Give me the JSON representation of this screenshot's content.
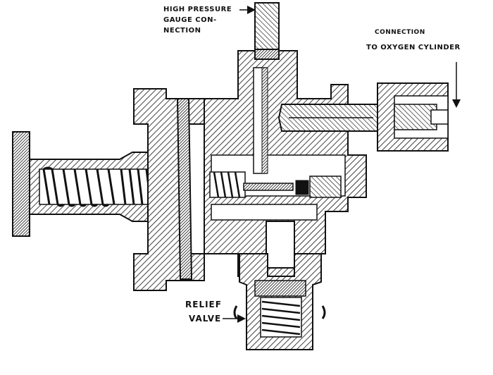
{
  "labels": {
    "high_pressure": "HIGH PRESSURE",
    "gauge_con": "GAUGE CON-",
    "nection": "NECTION",
    "connection": "CONNECTION",
    "to_oxygen": "TO OXYGEN CYLINDER",
    "relief": "RELIEF",
    "valve": "VALVE"
  },
  "colors": {
    "ink": "#111111",
    "paper": "#ffffff"
  }
}
